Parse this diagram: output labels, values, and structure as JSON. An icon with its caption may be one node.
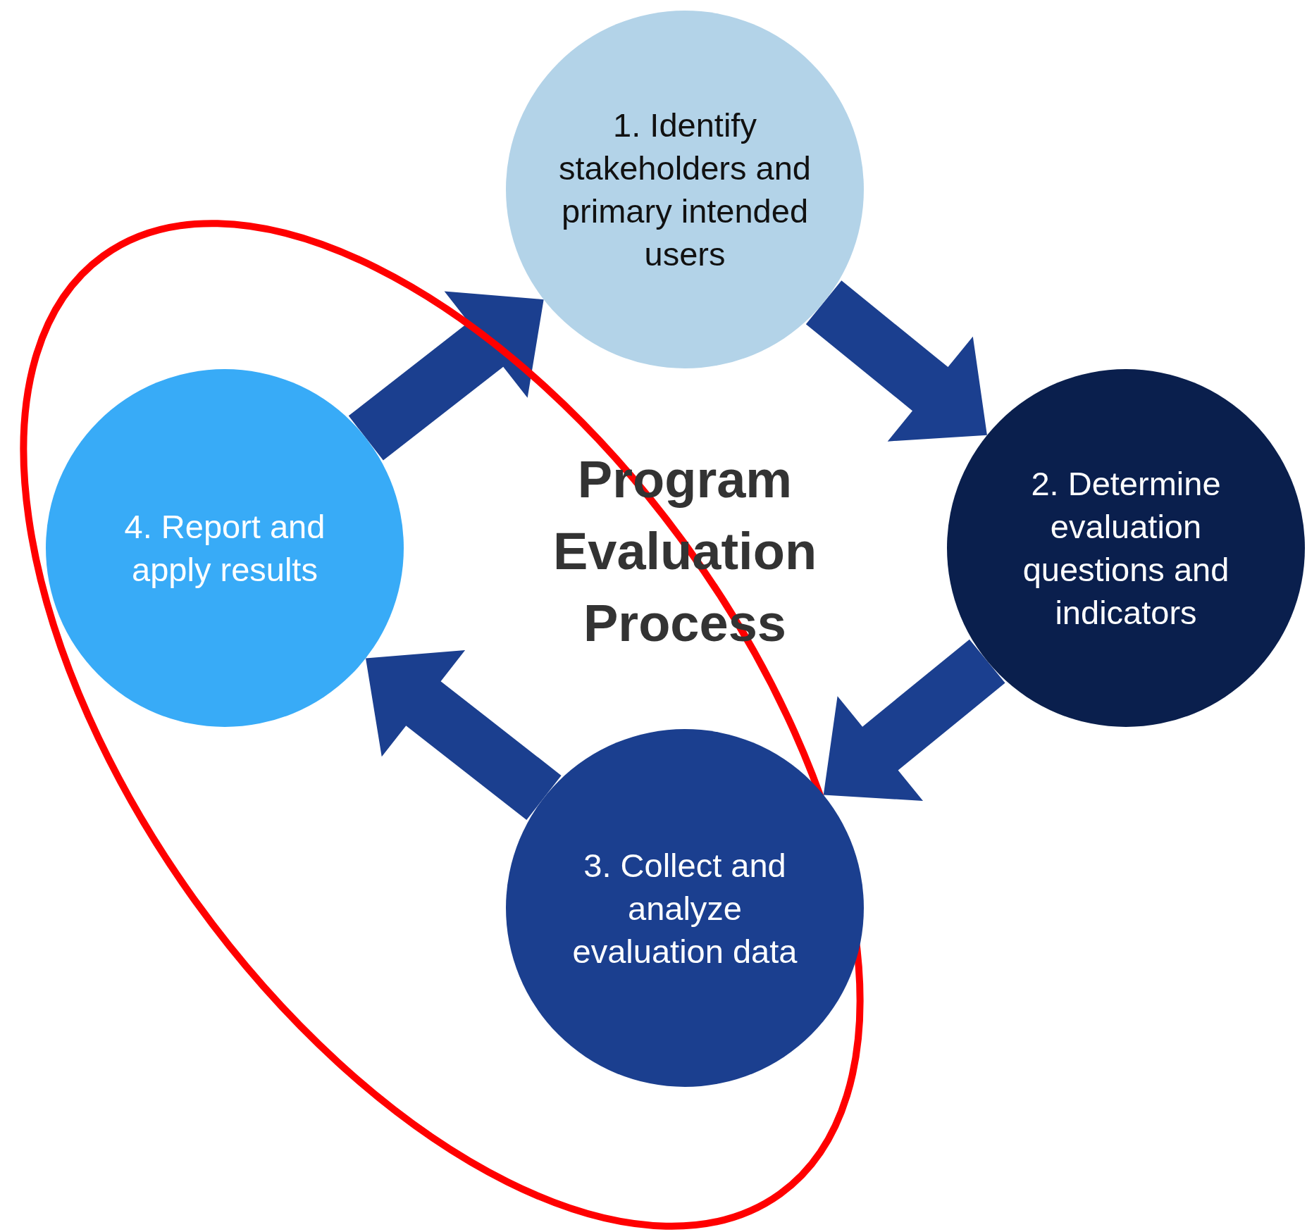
{
  "diagram": {
    "title": "Program Evaluation Process",
    "nodes": [
      {
        "text": [
          "1. Identify stakeholders and primary intended users"
        ]
      },
      {
        "text": [
          "2. Determine evaluation questions and indicators"
        ]
      },
      {
        "text": [
          "3. Collect and analyze evaluation data"
        ]
      },
      {
        "text": [
          "4. Report and apply results"
        ]
      }
    ],
    "edges": [
      {
        "from": 0,
        "to": 1,
        "arrow": "to",
        "style": "thick"
      },
      {
        "from": 1,
        "to": 2,
        "arrow": "to",
        "style": "thick"
      },
      {
        "from": 2,
        "to": 3,
        "arrow": "to",
        "style": "thick"
      },
      {
        "from": 3,
        "to": 0,
        "arrow": "to",
        "style": "thick"
      }
    ]
  }
}
